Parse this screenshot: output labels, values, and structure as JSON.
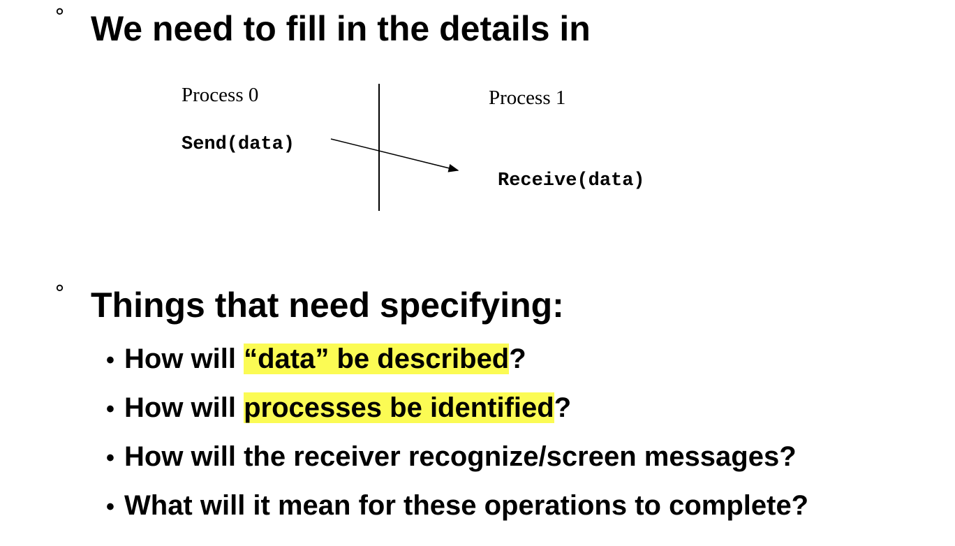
{
  "section1": {
    "bullet": "°",
    "heading": "We need to fill in the details in"
  },
  "diagram": {
    "process0_label": "Process 0",
    "process1_label": "Process 1",
    "send_call": "Send(data)",
    "receive_call": "Receive(data)"
  },
  "section2": {
    "bullet": "°",
    "heading": "Things that need specifying:",
    "sub_bullet": "•",
    "items": [
      {
        "before": "How will ",
        "highlight": "“data” be described",
        "after": "?"
      },
      {
        "before": "How will ",
        "highlight": "processes be identified",
        "after": "?"
      },
      {
        "before": "How will the receiver recognize/screen messages?",
        "highlight": "",
        "after": ""
      },
      {
        "before": "What will it mean for these operations to complete?",
        "highlight": "",
        "after": ""
      }
    ]
  },
  "colors": {
    "highlight": "#fbfb54",
    "text": "#000000",
    "background": "#ffffff"
  }
}
